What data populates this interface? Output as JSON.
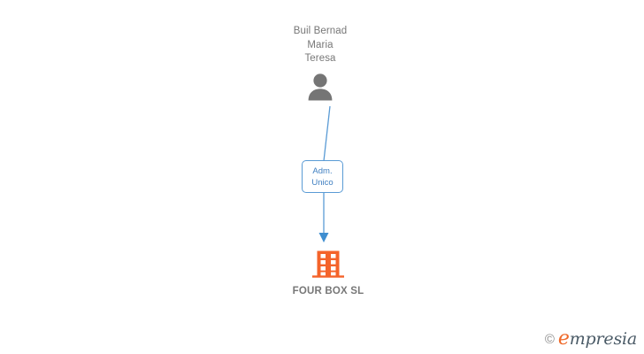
{
  "diagram": {
    "type": "org-relationship-chart",
    "background_color": "#ffffff",
    "person": {
      "name": "Buil Bernad\nMaria\nTeresa",
      "icon": "person-icon",
      "icon_color": "#757575",
      "text_color": "#777777"
    },
    "relationship": {
      "label_line1": "Adm.",
      "label_line2": "Unico",
      "border_color": "#5a9bd5",
      "text_color": "#3f7fc1",
      "connector_color": "#5a9bd5",
      "direction": "person-to-company"
    },
    "company": {
      "name": "FOUR BOX SL",
      "icon": "building-icon",
      "icon_color": "#f4632a",
      "text_color": "#777777"
    }
  },
  "watermark": {
    "copyright_symbol": "©",
    "brand_initial": "e",
    "brand_rest": "mpresia",
    "initial_color": "#ef6a2a",
    "rest_color": "#4a5a66"
  }
}
